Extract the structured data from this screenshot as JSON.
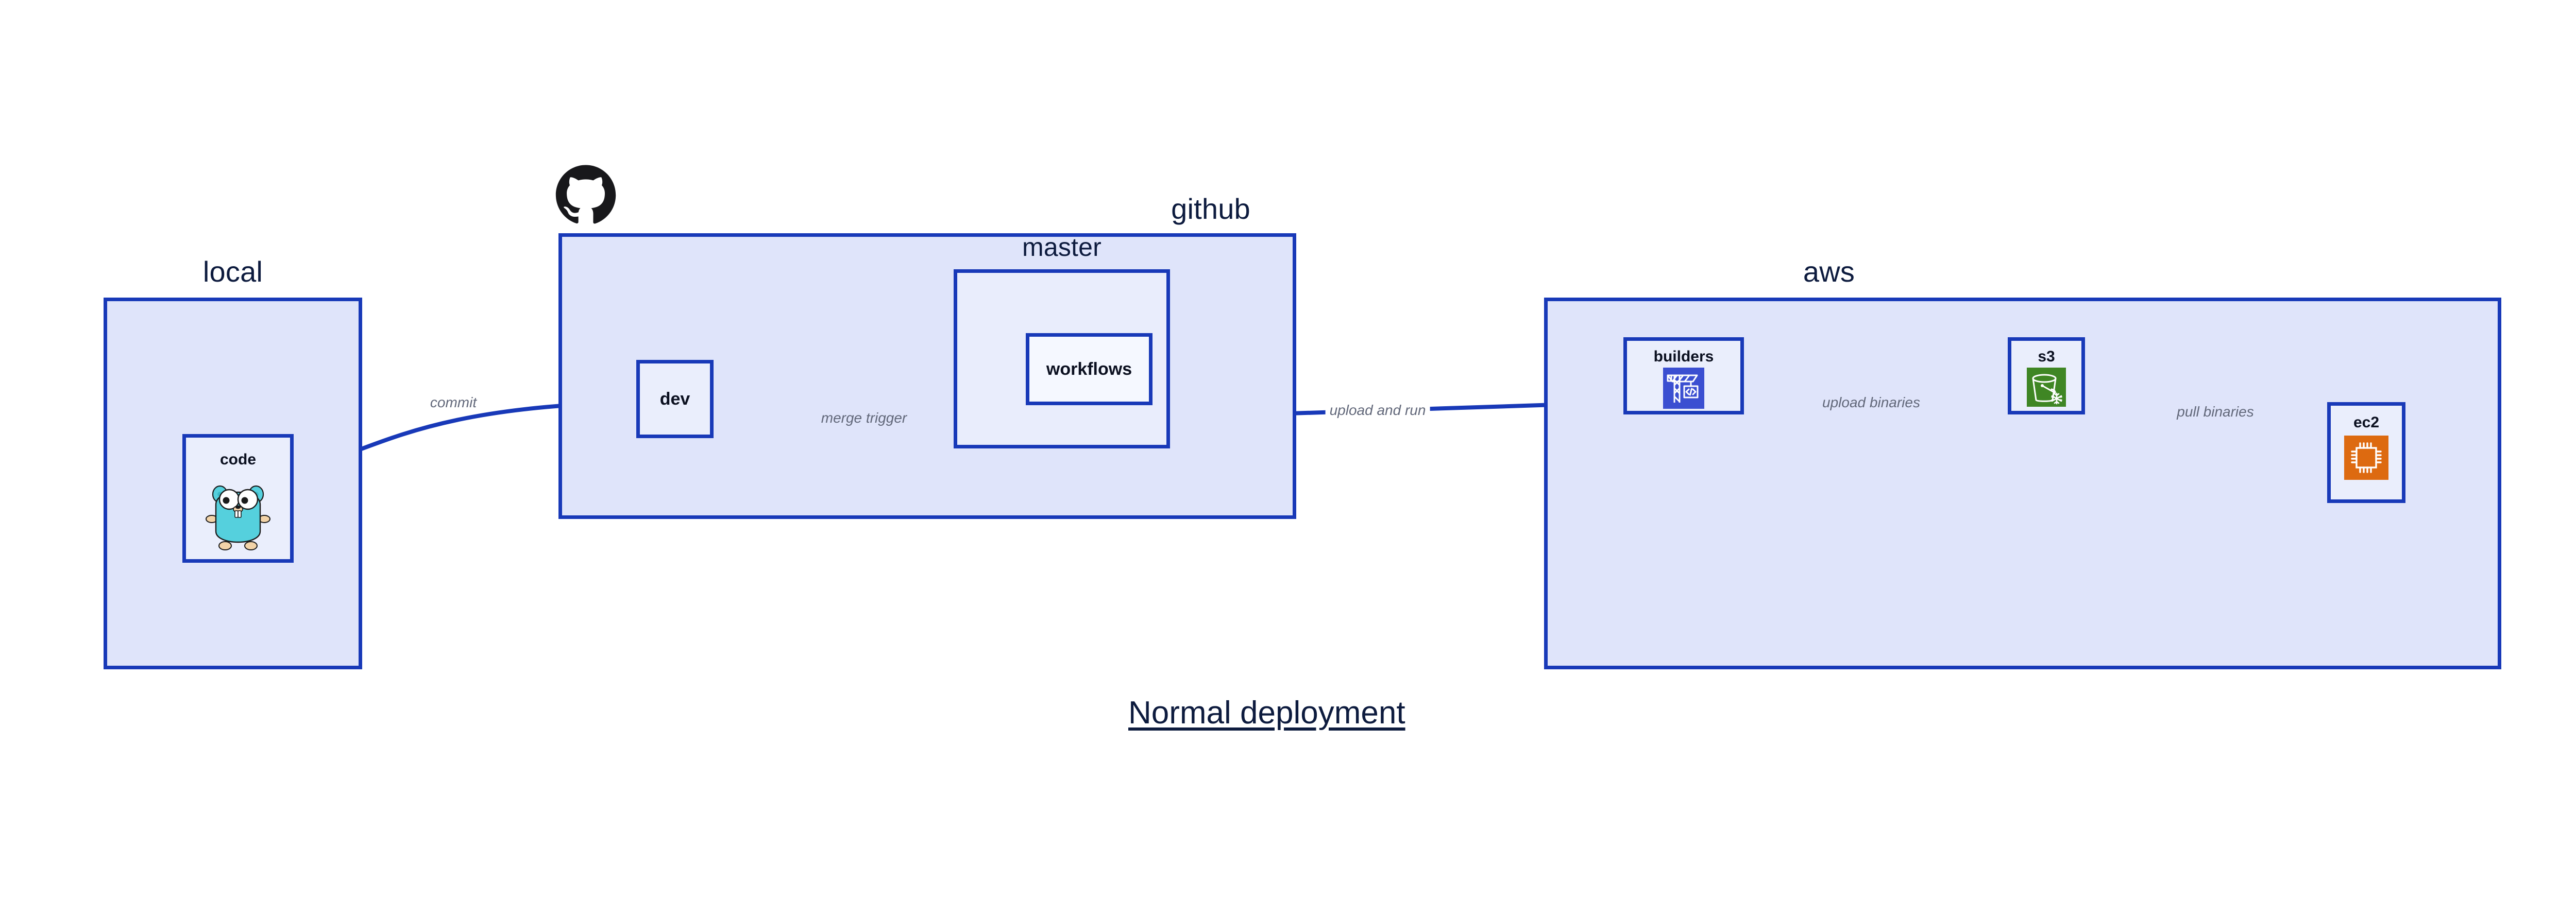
{
  "diagram": {
    "title": "Normal deployment",
    "background": "#ffffff",
    "accent_border": "#1839b8",
    "group_fill": "#dfe4fa",
    "node_fill": "#eaeefc",
    "title_color": "#0d1b3e",
    "edge_label_color": "#62687a"
  },
  "groups": {
    "local": {
      "label": "local",
      "nodes": {
        "code": {
          "label": "code",
          "icon": "go-gopher-icon"
        }
      }
    },
    "github": {
      "label": "github",
      "logo": "github-octocat-icon",
      "nodes": {
        "dev": {
          "label": "dev"
        },
        "workflows": {
          "label": "workflows"
        }
      },
      "subgroups": {
        "master": {
          "label": "master"
        }
      }
    },
    "aws": {
      "label": "aws",
      "nodes": {
        "builders": {
          "label": "builders",
          "icon": "aws-builders-crane-icon",
          "icon_color": "#3b4fd1"
        },
        "s3": {
          "label": "s3",
          "icon": "aws-s3-bucket-icon",
          "icon_color": "#3f8624"
        },
        "ec2": {
          "label": "ec2",
          "icon": "aws-ec2-chip-icon",
          "icon_color": "#dd6a10"
        }
      }
    }
  },
  "edges": [
    {
      "id": "commit",
      "label": "commit",
      "from": "code",
      "to": "dev"
    },
    {
      "id": "merge-trigger",
      "label": "merge trigger",
      "from": "dev",
      "to": "workflows"
    },
    {
      "id": "upload-and-run",
      "label": "upload and run",
      "from": "workflows",
      "to": "builders"
    },
    {
      "id": "upload-binaries",
      "label": "upload binaries",
      "from": "builders",
      "to": "s3"
    },
    {
      "id": "pull-binaries",
      "label": "pull binaries",
      "from": "s3",
      "to": "ec2"
    }
  ]
}
